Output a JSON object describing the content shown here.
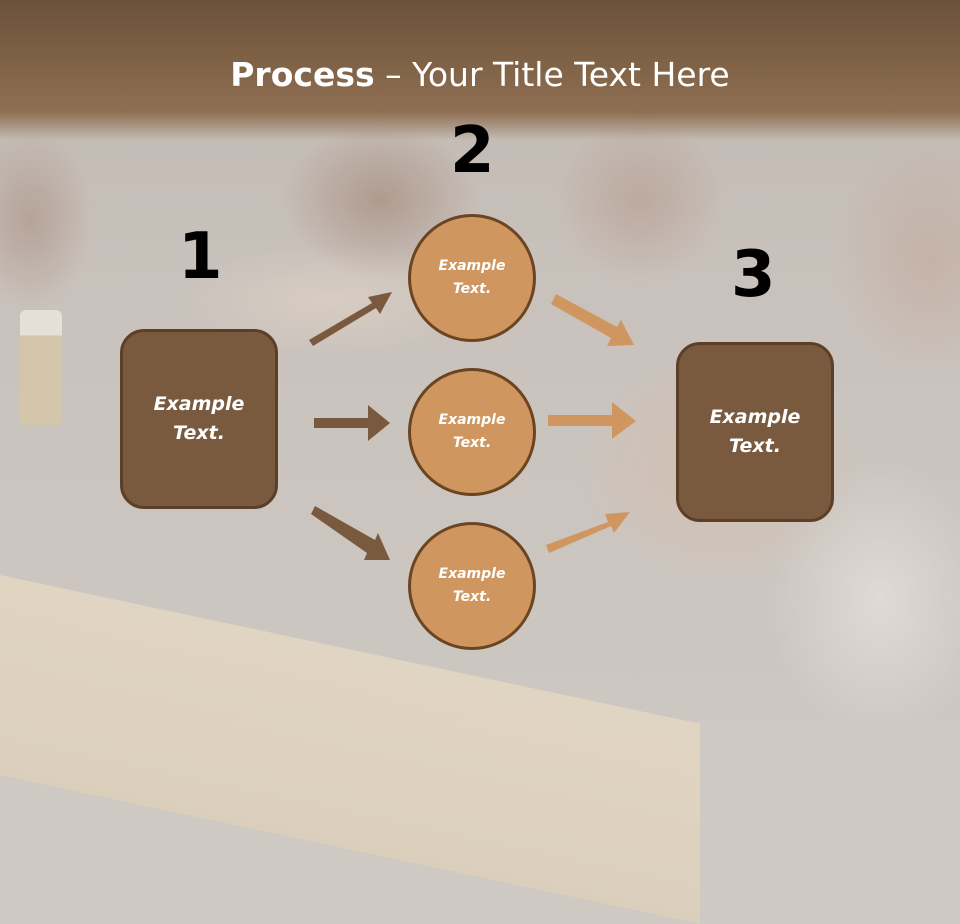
{
  "slide": {
    "title_bold": "Process",
    "title_rest": " – Your Title Text Here"
  },
  "steps": [
    {
      "number": "1",
      "label_line1": "Example",
      "label_line2": "Text."
    },
    {
      "number": "2"
    },
    {
      "number": "3",
      "label_line1": "Example",
      "label_line2": "Text."
    }
  ],
  "circles": [
    {
      "label_line1": "Example",
      "label_line2": "Text."
    },
    {
      "label_line1": "Example",
      "label_line2": "Text."
    },
    {
      "label_line1": "Example",
      "label_line2": "Text."
    }
  ],
  "colors": {
    "header": "#7b5e43",
    "box_fill": "#7a5a3e",
    "box_border": "#5b3f28",
    "circle_fill": "#d0965f",
    "circle_border": "#6b4522",
    "arrow_dark": "#7a5a3e",
    "arrow_light": "#d0965f"
  }
}
